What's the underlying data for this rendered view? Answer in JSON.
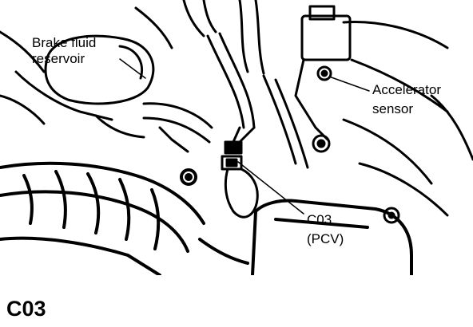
{
  "labels": {
    "brake_line1": "Brake fluid",
    "brake_line2": "reservoir",
    "accel_line1": "Accelerator",
    "accel_line2": "sensor",
    "c03_line1": "C03",
    "c03_line2": "(PCV)"
  },
  "caption": "C03",
  "colors": {
    "ink": "#000000",
    "paper": "#ffffff"
  }
}
